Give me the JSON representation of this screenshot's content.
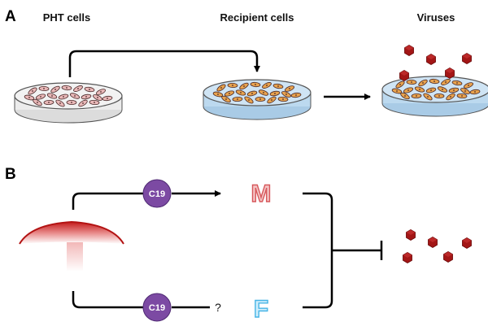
{
  "panel_a": {
    "letter": "A",
    "titles": {
      "left": "PHT cells",
      "middle": "Recipient cells",
      "right": "Viruses"
    }
  },
  "panel_b": {
    "letter": "B",
    "top_badge": "C19",
    "bottom_badge": "C19",
    "letter_m": "M",
    "letter_f": "F",
    "question_mark": "?"
  },
  "colors": {
    "virus": "#a31616",
    "badge": "#7c4aa3",
    "dish_plain": "#eeeeee",
    "dish_medium": "#bcd9ef",
    "cell_pink": "#e9b8b8",
    "cell_orange": "#e8a24d",
    "m_stroke": "#d7585c",
    "f_stroke": "#48b5e6"
  }
}
